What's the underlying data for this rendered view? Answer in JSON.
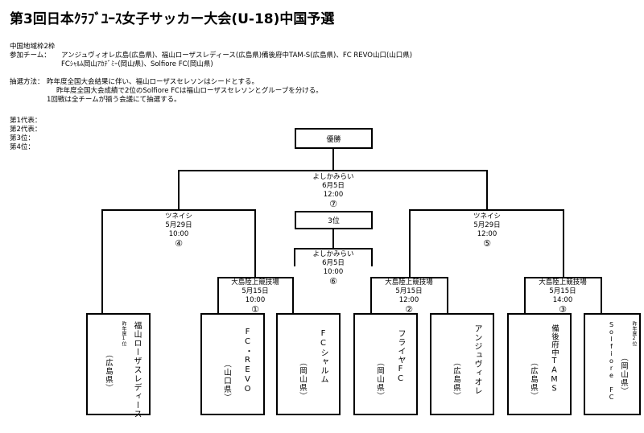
{
  "title": "第3回日本ｸﾗﾌﾞﾕｰｽ女子サッカー大会(U-18)中国予選",
  "info": {
    "quota": "中国地域枠2枠",
    "participants_label": "参加チーム：",
    "participants_line1": "アンジュヴィオレ広島(広島県)、福山ローザスレディース(広島県)備後府中TAM-S(広島県)、FC REVO山口(山口県)",
    "participants_line2": "FCｼｬﾙﾑ岡山ｱｶﾃﾞﾐｰ(岡山県)、Solfiore FC(岡山県)",
    "draw_label": "抽選方法：",
    "draw_line1": "昨年度全国大会結果に伴い、福山ローザスセレソンはシードとする。",
    "draw_line2": "昨年度全国大会成績で2位のSolfiore FCは福山ローザスセレソンとグループを分ける。",
    "draw_line3": "1回戦は全チームが揃う会議にて抽選する。"
  },
  "results": [
    {
      "label": "第1代表："
    },
    {
      "label": "第2代表："
    },
    {
      "label": "第3位："
    },
    {
      "label": "第4位："
    }
  ],
  "bracket": {
    "champion_label": "優勝",
    "third_label": "3位",
    "matches": [
      {
        "venue": "大島陸上競技場",
        "date": "5月15日",
        "time": "10:00",
        "num": "①"
      },
      {
        "venue": "大島陸上競技場",
        "date": "5月15日",
        "time": "12:00",
        "num": "②"
      },
      {
        "venue": "大島陸上競技場",
        "date": "5月15日",
        "time": "14:00",
        "num": "③"
      },
      {
        "venue": "ツネイシ",
        "date": "5月29日",
        "time": "10:00",
        "num": "④"
      },
      {
        "venue": "ツネイシ",
        "date": "5月29日",
        "time": "12:00",
        "num": "⑤"
      },
      {
        "venue": "よしかみらい",
        "date": "6月5日",
        "time": "10:00",
        "num": "⑥"
      },
      {
        "venue": "よしかみらい",
        "date": "6月5日",
        "time": "12:00",
        "num": "⑦"
      }
    ],
    "teams": [
      {
        "name": "福山ローザスレディース",
        "pref": "（広島県）",
        "note": "昨年度1位"
      },
      {
        "name": "FC・REVO",
        "pref": "（山口県）",
        "note": ""
      },
      {
        "name": "FCシャルム",
        "pref": "（岡山県）",
        "note": ""
      },
      {
        "name": "フライヤFC",
        "pref": "（岡山県）",
        "note": ""
      },
      {
        "name": "アンジュヴィオレ",
        "pref": "（広島県）",
        "note": ""
      },
      {
        "name": "備後府中TAMS",
        "pref": "（広島県）",
        "note": ""
      },
      {
        "name": "Solfiore FC",
        "pref": "（岡山県）",
        "note": "昨年度2位"
      }
    ]
  }
}
